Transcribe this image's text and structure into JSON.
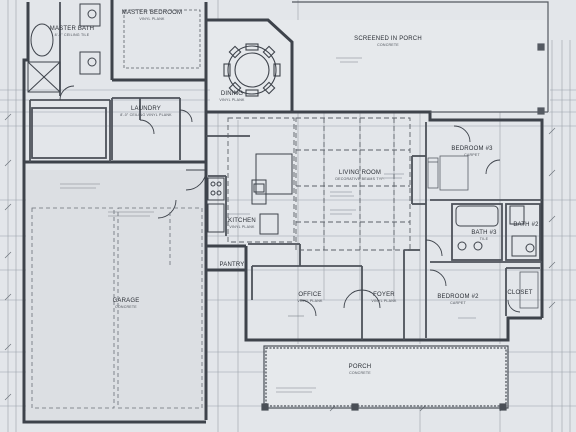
{
  "colors": {
    "paper": "#e4e7eb",
    "wall": "#3f444c",
    "dim": "#8e949c",
    "text": "#2b2f36"
  },
  "rooms": [
    {
      "id": "master-bath",
      "label": "MASTER BATH",
      "sub": "8'-0\" CEILING TILE"
    },
    {
      "id": "master-bedroom",
      "label": "MASTER BEDROOM",
      "sub": "VINYL PLANK"
    },
    {
      "id": "laundry",
      "label": "LAUNDRY",
      "sub": "8'-0\" CEILING VINYL PLANK"
    },
    {
      "id": "dining",
      "label": "DINING",
      "sub": "VINYL PLANK"
    },
    {
      "id": "screened-porch",
      "label": "SCREENED IN PORCH",
      "sub": "CONCRETE"
    },
    {
      "id": "living-room",
      "label": "LIVING ROOM",
      "sub": "DECORATIVE BEAMS TYP."
    },
    {
      "id": "kitchen",
      "label": "KITCHEN",
      "sub": "VINYL PLANK"
    },
    {
      "id": "pantry",
      "label": "PANTRY",
      "sub": ""
    },
    {
      "id": "office",
      "label": "OFFICE",
      "sub": "VINYL PLANK"
    },
    {
      "id": "foyer",
      "label": "FOYER",
      "sub": "VINYL PLANK"
    },
    {
      "id": "bedroom-3",
      "label": "BEDROOM #3",
      "sub": "CARPET"
    },
    {
      "id": "bath-3",
      "label": "BATH #3",
      "sub": "TILE"
    },
    {
      "id": "bath-2",
      "label": "BATH #2",
      "sub": ""
    },
    {
      "id": "bedroom-2",
      "label": "BEDROOM #2",
      "sub": "CARPET"
    },
    {
      "id": "garage",
      "label": "GARAGE",
      "sub": "CONCRETE"
    },
    {
      "id": "porch",
      "label": "PORCH",
      "sub": "CONCRETE"
    },
    {
      "id": "closet",
      "label": "CLOSET",
      "sub": ""
    }
  ]
}
